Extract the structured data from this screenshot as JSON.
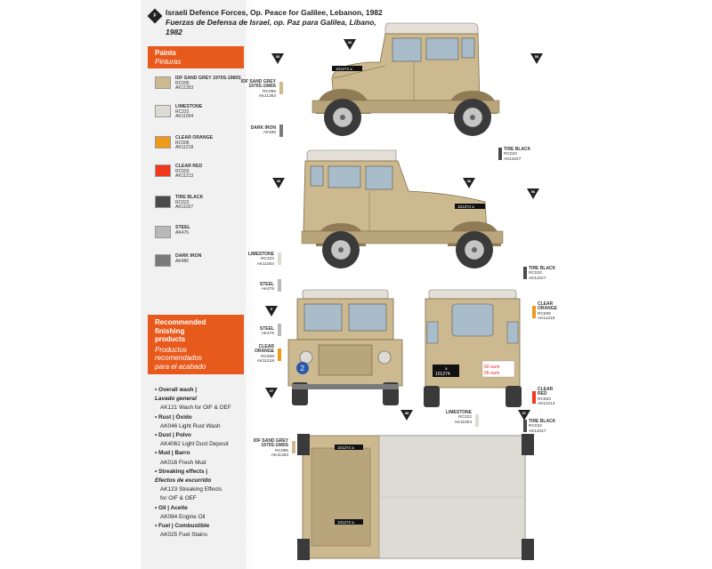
{
  "header": {
    "badge": "F",
    "title_en": "Israeli Defence Forces, Op. Peace for Galilee, Lebanon, 1982",
    "title_es": "Fuerzas de Defensa de Israel, op. Paz para Galilea, Líbano,",
    "title_es_year": "1982"
  },
  "paints": {
    "heading_en": "Paints",
    "heading_es": "Pinturas",
    "items": [
      {
        "name": "IDF SAND GREY 1970S-1980S",
        "code1": "RC095",
        "code2": "AK11353",
        "color": "#cdb98f"
      },
      {
        "name": "LIMESTONE",
        "code1": "RC222",
        "code2": "AK11004",
        "color": "#dedbd4"
      },
      {
        "name": "CLEAR ORANGE",
        "code1": "RC506",
        "code2": "AK11218",
        "color": "#ef9a1a"
      },
      {
        "name": "CLEAR RED",
        "code1": "RC503",
        "code2": "AK11213",
        "color": "#f0391c"
      },
      {
        "name": "TIRE BLACK",
        "code1": "RC022",
        "code2": "AK11027",
        "color": "#4a4a4a"
      },
      {
        "name": "STEEL",
        "code1": "AK476",
        "code2": "",
        "color": "#b9b9b9"
      },
      {
        "name": "DARK IRON",
        "code1": "AK486",
        "code2": "",
        "color": "#7a7a7a"
      }
    ]
  },
  "finishing": {
    "heading_en_1": "Recommended",
    "heading_en_2": "finishing",
    "heading_en_3": "products",
    "heading_es_1": "Productos",
    "heading_es_2": "recomendados",
    "heading_es_3": "para el acabado",
    "lines": [
      {
        "t": "• Overall wash |",
        "k": "fl"
      },
      {
        "t": "Lavado general",
        "k": "fs"
      },
      {
        "t": "AK121 Wash for OIF & OEF",
        "k": "fp"
      },
      {
        "t": "• Rust | Óxido",
        "k": "fl"
      },
      {
        "t": "AK046 Light Rust Wash",
        "k": "fp"
      },
      {
        "t": "• Dust | Polvo",
        "k": "fl"
      },
      {
        "t": "AK4062 Light Dust Deposit",
        "k": "fp"
      },
      {
        "t": "• Mud | Barro",
        "k": "fl"
      },
      {
        "t": "AK016 Fresh Mud",
        "k": "fp"
      },
      {
        "t": "• Streaking effects |",
        "k": "fl"
      },
      {
        "t": "Efectos de escurrido",
        "k": "fs"
      },
      {
        "t": "AK123 Streaking Effects",
        "k": "fp"
      },
      {
        "t": "for OIF & OEF",
        "k": "fp"
      },
      {
        "t": "• Oil | Aceite",
        "k": "fl"
      },
      {
        "t": "AK084 Engine Oil",
        "k": "fp"
      },
      {
        "t": "• Fuel | Combustible",
        "k": "fl"
      },
      {
        "t": "AK025 Fuel Stains",
        "k": "fp"
      }
    ]
  },
  "markings": {
    "plate": "101274 צ",
    "plate_rear": "101274",
    "plate_rear_x": "צ",
    "unit_number": "2",
    "tri_36": "36",
    "tri_56": "56",
    "tri_37": "37",
    "tri_38": "38",
    "tri_9": "9",
    "tri_57": "57",
    "rear_red_text": "פעוט 50 05 פעוט"
  },
  "callouts": {
    "c1_name": "IDF SAND GREY",
    "c1_sub": "1970S-1980S",
    "c1_a": "RC095",
    "c1_b": "AK11353",
    "c2_name": "DARK IRON",
    "c2_a": "AK486",
    "c3_name": "TIRE BLACK",
    "c3_a": "RC022",
    "c3_b": "AK11027",
    "c4_name": "LIMESTONE",
    "c4_a": "RC222",
    "c4_b": "AK11004",
    "c5_name": "STEEL",
    "c5_a": "AK476",
    "c6_name": "TIRE BLACK",
    "c6_a": "RC022",
    "c6_b": "AK11027",
    "c7_name": "STEEL",
    "c7_a": "AK476",
    "c8_name": "CLEAR",
    "c8_name2": "ORANGE",
    "c8_a": "RC506",
    "c8_b": "AK11218",
    "c9_name": "CLEAR",
    "c9_name2": "ORANGE",
    "c9_a": "RC506",
    "c9_b": "AK11218",
    "c10_name": "CLEAR",
    "c10_name2": "RED",
    "c10_a": "RC503",
    "c10_b": "AK11213",
    "c11_name": "TIRE BLACK",
    "c11_a": "RC022",
    "c11_b": "AK11027",
    "c12_name": "LIMESTONE",
    "c12_a": "RC222",
    "c12_b": "AK11004",
    "c13_name": "IDF SAND GREY",
    "c13_sub": "1970S-1980S",
    "c13_a": "RC095",
    "c13_b": "AK11353"
  },
  "colors": {
    "body": "#cdb98f",
    "body_dark": "#a8956a",
    "roof": "#e4e0d8",
    "tire": "#3a3a3a",
    "accent": "#e8591c"
  }
}
